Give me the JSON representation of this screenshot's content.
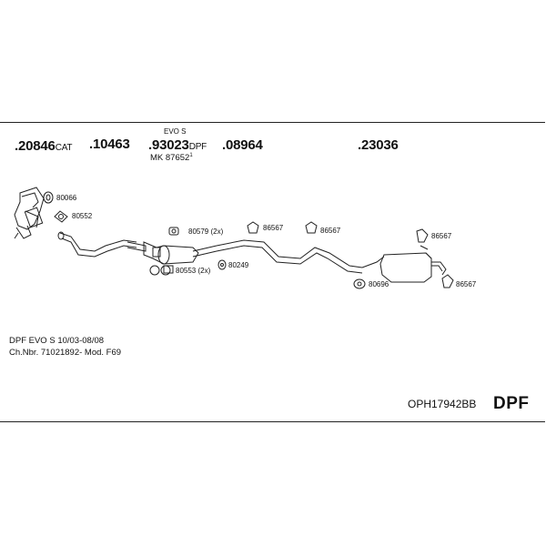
{
  "header": {
    "pn1": ".20846",
    "pn1_suffix": "CAT",
    "pn2": ".10463",
    "pn3_top": "EVO S",
    "pn3": ".93023",
    "pn3_suffix": "DPF",
    "pn3_sub": "MK  87652",
    "pn3_sub_sup": "1",
    "pn4": ".08964",
    "pn5": ".23036"
  },
  "labels": {
    "l80066": "80066",
    "l80552": "80552",
    "l80579": "80579 (2x)",
    "l80553": "80553 (2x)",
    "l80249": "80249",
    "l86567a": "86567",
    "l86567b": "86567",
    "l86567c": "86567",
    "l86567d": "86567",
    "l80696": "80696"
  },
  "info": {
    "line1": "DPF EVO S   10/03-08/08",
    "line2": "Ch.Nbr.  71021892-    Mod.  F69"
  },
  "footer": {
    "code": "OPH17942BB",
    "type": "DPF"
  }
}
